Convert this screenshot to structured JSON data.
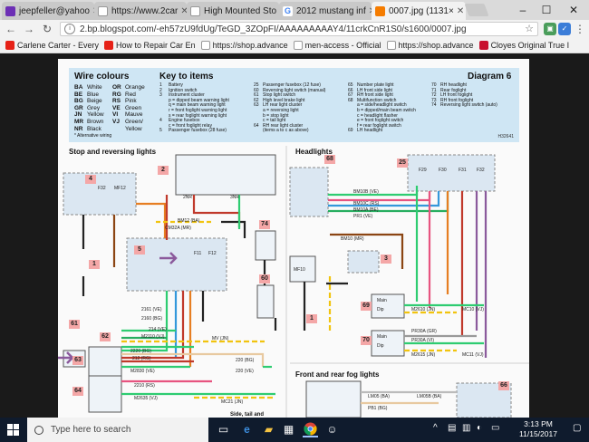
{
  "tabs": [
    {
      "title": "jeepfeller@yahoo",
      "color": "#6c2fb5"
    },
    {
      "title": "https://www.2car",
      "color": "#888888"
    },
    {
      "title": "High Mounted Sto",
      "color": "#888888"
    },
    {
      "title": "2012 mustang inf",
      "color": "#4285f4"
    },
    {
      "title": "0007.jpg (1131×",
      "color": "#f57c00",
      "active": true
    }
  ],
  "window": {
    "minimize": "–",
    "maximize": "☐",
    "close": "✕"
  },
  "toolbar": {
    "back": "←",
    "forward": "→",
    "reload": "↻",
    "url": "2.bp.blogspot.com/-eh57zU9fdUg/TeGD_3ZOpFI/AAAAAAAAAY4/11crkCnR1S0/s1600/0007.jpg",
    "star": "☆",
    "menu": "⋮"
  },
  "bookmarks": [
    "Carlene Carter - Every",
    "How to Repair Car En",
    "https://shop.advance",
    "men-access - Official",
    "https://shop.advance",
    "Cloyes Original True I"
  ],
  "diagram": {
    "wire_colours_title": "Wire colours",
    "wire_colours": [
      [
        "BA",
        "White",
        "OR",
        "Orange"
      ],
      [
        "BE",
        "Blue",
        "RG",
        "Red"
      ],
      [
        "BG",
        "Beige",
        "RS",
        "Pink"
      ],
      [
        "GR",
        "Grey",
        "VE",
        "Green"
      ],
      [
        "JN",
        "Yellow",
        "VI",
        "Mauve"
      ],
      [
        "MR",
        "Brown",
        "VJ",
        "Green/"
      ],
      [
        "NR",
        "Black",
        "",
        "Yellow"
      ]
    ],
    "alt_wiring": "* Alternative wiring",
    "key_title": "Key to items",
    "diagram_title": "Diagram 6",
    "key_col1": [
      [
        "1",
        "Battery"
      ],
      [
        "2",
        "Ignition switch"
      ],
      [
        "3",
        "Instrument cluster"
      ],
      [
        "",
        "p = dipped beam warning light"
      ],
      [
        "",
        "q = main beam warning light"
      ],
      [
        "",
        "r = front foglight warning light"
      ],
      [
        "",
        "s = rear foglight warning light"
      ],
      [
        "4",
        "Engine fusebox"
      ],
      [
        "",
        "c = front foglight relay"
      ],
      [
        "5",
        "Passenger fusebox (28 fuse)"
      ]
    ],
    "key_col2": [
      [
        "25",
        "Passenger fusebox (12 fuse)"
      ],
      [
        "60",
        "Reversing light switch (manual)"
      ],
      [
        "61",
        "Stop light switch"
      ],
      [
        "62",
        "High level brake light"
      ],
      [
        "63",
        "LH rear light cluster"
      ],
      [
        "",
        "a = reversing light"
      ],
      [
        "",
        "b = stop light"
      ],
      [
        "",
        "c = tail light"
      ],
      [
        "64",
        "RH rear light cluster"
      ],
      [
        "",
        "(items a to c as above)"
      ]
    ],
    "key_col3": [
      [
        "65",
        "Number plate light"
      ],
      [
        "66",
        "LH front side light"
      ],
      [
        "67",
        "RH front side light"
      ],
      [
        "68",
        "Multifunction switch"
      ],
      [
        "",
        "a = side/headlight switch"
      ],
      [
        "",
        "b = dipped/main beam switch"
      ],
      [
        "",
        "c = headlight flasher"
      ],
      [
        "",
        "e = front foglight switch"
      ],
      [
        "",
        "f = rear foglight switch"
      ],
      [
        "69",
        "LH headlight"
      ]
    ],
    "key_col4": [
      [
        "70",
        "RH headlight"
      ],
      [
        "71",
        "Rear foglight"
      ],
      [
        "72",
        "LH front foglight"
      ],
      [
        "73",
        "RH front foglight"
      ],
      [
        "74",
        "Reversing light switch (auto)"
      ]
    ],
    "panel_code": "H32641",
    "section_stop": "Stop and reversing lights",
    "section_head": "Headlights",
    "section_fog": "Front and rear fog lights",
    "section_side": "Side, tail and",
    "wire_labels": [
      "2NR",
      "3NR",
      "CM32A (MR)",
      "BM12 (BA)",
      "2161 (VE)",
      "2160 (BG)",
      "214 (VE)",
      "M2110 (VJ)",
      "2220 (BG)",
      "212 (RG)",
      "M2830 (VE)",
      "2210 (RS)",
      "M2635 (VJ)",
      "MV (JN)",
      "220 (BG)",
      "220 (VE)",
      "MC21 (JN)",
      "BM10B (VE)",
      "BM10C (RS)",
      "BM10A (BE)",
      "PR1 (VE)",
      "BM10 (MR)",
      "M2610 (JN)",
      "MC10 (VJ)",
      "PR30A (GR)",
      "PR30A (VI)",
      "M2615 (JN)",
      "MC11 (VJ)",
      "LM05 (BA)",
      "LM05B (BA)",
      "PB1 (BG)"
    ],
    "item_labels": [
      "4",
      "2",
      "74",
      "1",
      "5",
      "61",
      "62",
      "63",
      "64",
      "60",
      "25",
      "68",
      "3",
      "1",
      "69",
      "70",
      "66"
    ],
    "sub_labels": [
      "F32",
      "MF12",
      "F11",
      "F12",
      "F29",
      "F30",
      "F31",
      "F32",
      "MF10",
      "Main",
      "Dip",
      "Main",
      "Dip"
    ]
  },
  "taskbar": {
    "search_placeholder": "Type here to search",
    "time": "3:13 PM",
    "date": "11/15/2017"
  },
  "colors": {
    "panel_blue": "#cfe6f4",
    "item_pink": "#f4a7a7",
    "taskbar": "#0f1b2d"
  }
}
